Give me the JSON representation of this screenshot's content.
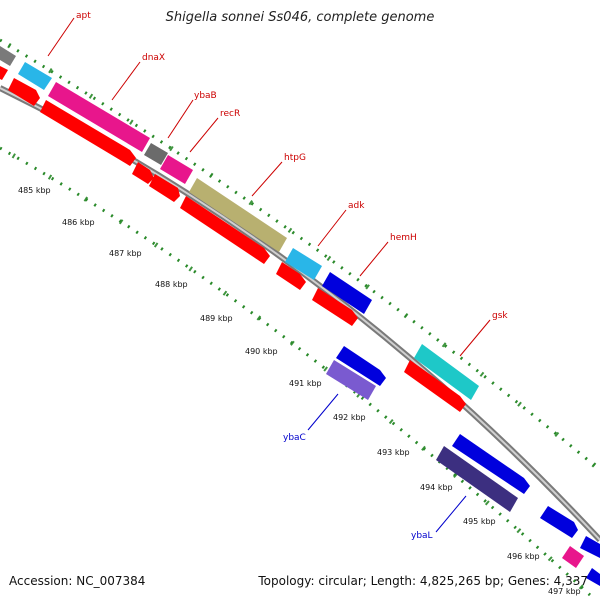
{
  "title": "Shigella sonnei Ss046, complete genome",
  "footer": {
    "accession": "Accession: NC_007384",
    "topology": "Topology: circular; Length: 4,825,265 bp; Genes: 4,337"
  },
  "colors": {
    "backbone": "#8c8c8c",
    "cds_track": "#ff0000",
    "tick_dots": "#2a8a2a",
    "forward_label": "#cc0000",
    "reverse_label": "#0000cc"
  },
  "scale_labels": [
    "485 kbp",
    "486 kbp",
    "487 kbp",
    "488 kbp",
    "489 kbp",
    "490 kbp",
    "491 kbp",
    "492 kbp",
    "493 kbp",
    "494 kbp",
    "495 kbp",
    "496 kbp",
    "497 kbp"
  ],
  "forward_genes": [
    {
      "name": "apt",
      "color": "#29b6e8"
    },
    {
      "name": "dnaX",
      "color": "#e8168c"
    },
    {
      "name": "ybaB",
      "color": "#e8168c"
    },
    {
      "name": "recR",
      "color": "#e8168c"
    },
    {
      "name": "htpG",
      "color": "#b8b070"
    },
    {
      "name": "adk",
      "color": "#29b6e8"
    },
    {
      "name": "hemH",
      "color": "#0000dd"
    },
    {
      "name": "gsk",
      "color": "#1ec8c8"
    }
  ],
  "reverse_genes": [
    {
      "name": "ybaC",
      "color": "#7a5ad0"
    },
    {
      "name": "ybaL",
      "color": "#3c2f80"
    }
  ]
}
